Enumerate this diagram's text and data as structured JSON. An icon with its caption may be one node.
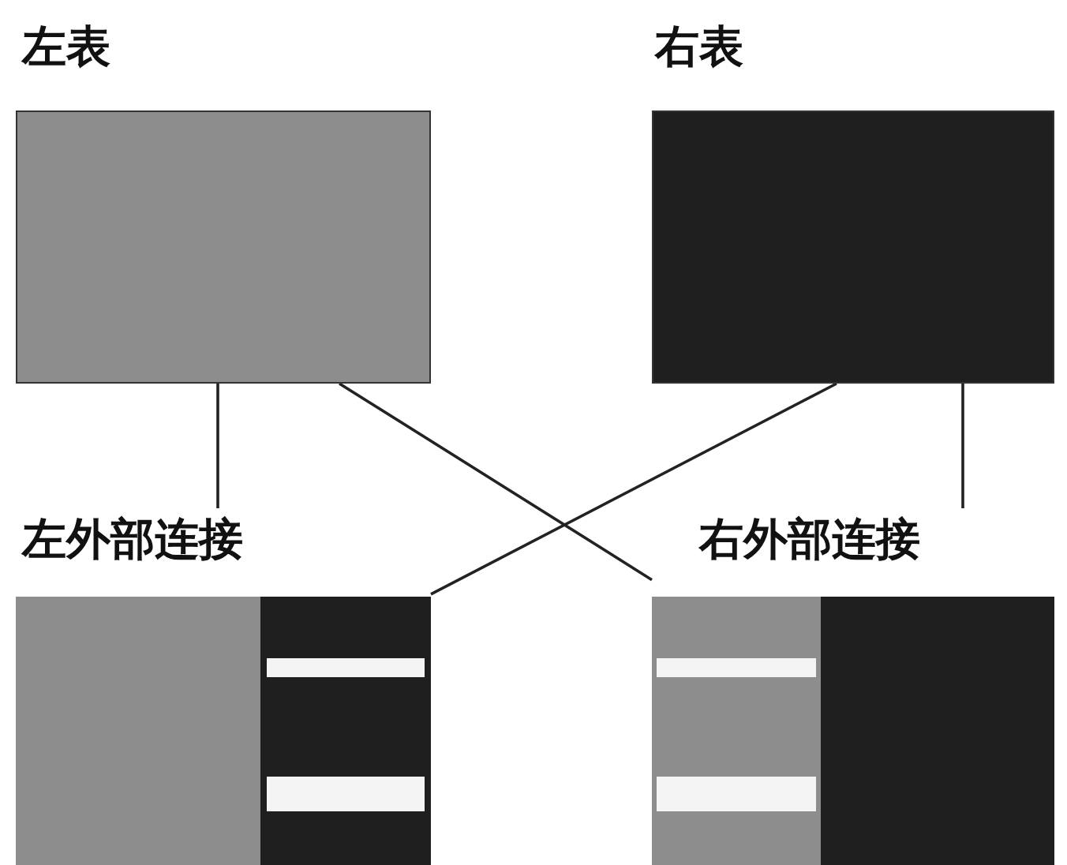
{
  "diagram": {
    "nodes": [
      {
        "text": [
          "左表"
        ]
      },
      {
        "text": [
          "右表"
        ]
      },
      {
        "text": [
          "左外部连接"
        ]
      },
      {
        "text": [
          "右外部连接"
        ]
      }
    ],
    "edges": [
      {
        "from": 0,
        "to": 2,
        "arrow": "none"
      },
      {
        "from": 0,
        "to": 3,
        "arrow": "none"
      },
      {
        "from": 1,
        "to": 2,
        "arrow": "none"
      },
      {
        "from": 1,
        "to": 3,
        "arrow": "none"
      }
    ]
  }
}
